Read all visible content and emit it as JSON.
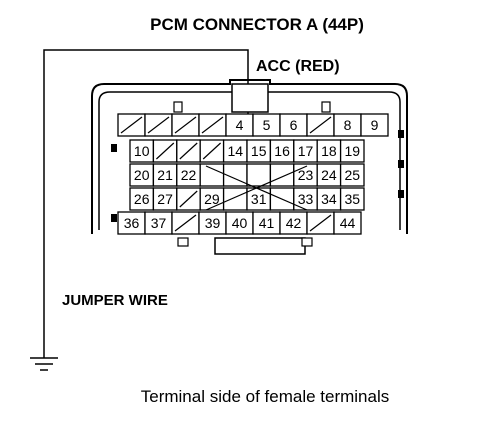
{
  "title": "PCM CONNECTOR A (44P)",
  "acc_label": "ACC (RED)",
  "jumper_label": "JUMPER WIRE",
  "caption": "Terminal side of female terminals",
  "pin_rows": [
    [
      "",
      "",
      "",
      "",
      "4",
      "5",
      "6",
      "",
      "8",
      "9"
    ],
    [
      "10",
      "",
      "",
      "",
      "14",
      "15",
      "16",
      "17",
      "18",
      "19"
    ],
    [
      "20",
      "21",
      "22",
      "",
      "",
      "",
      "",
      "23",
      "24",
      "25"
    ],
    [
      "26",
      "27",
      "",
      "29",
      "",
      "31",
      "",
      "33",
      "34",
      "35"
    ],
    [
      "36",
      "37",
      "",
      "39",
      "40",
      "41",
      "42",
      "",
      "44"
    ]
  ]
}
